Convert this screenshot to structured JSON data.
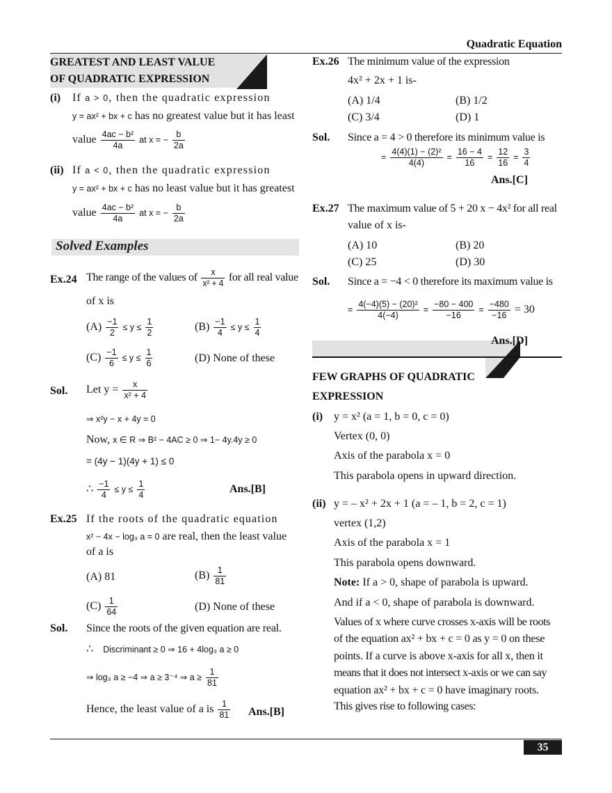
{
  "header": {
    "title": "Quadratic Equation"
  },
  "page_number": "35",
  "left": {
    "section1": {
      "title_line1": "GREATEST AND LEAST VALUE",
      "title_line2": "OF QUADRATIC EXPRESSION",
      "i": {
        "label": "(i)",
        "t1": "If",
        "cond": "a > 0",
        "t2": ", then the quadratic expression",
        "expr": "y = ax² + bx + c",
        "t3": "has no greatest value but it has least",
        "value_word": "value",
        "num": "4ac − b²",
        "den": "4a",
        "at": "at  x = −",
        "num2": "b",
        "den2": "2a"
      },
      "ii": {
        "label": "(ii)",
        "t1": "If",
        "cond": "a < 0",
        "t2": ", then the quadratic expression",
        "expr": "y = ax² + bx + c",
        "t3": "has no least value but it has greatest",
        "value_word": "value",
        "num": "4ac − b²",
        "den": "4a",
        "at": "at  x = −",
        "num2": "b",
        "den2": "2a"
      }
    },
    "solved_title": "Solved Examples",
    "ex24": {
      "label": "Ex.24",
      "t1": "The range of the values of",
      "num": "x",
      "den": "x² + 4",
      "t2": "for all real value",
      "t3": "of x is",
      "optA_label": "(A)",
      "optA_n1": "−1",
      "optA_d1": "2",
      "optA_mid": "≤ y ≤",
      "optA_n2": "1",
      "optA_d2": "2",
      "optB_label": "(B)",
      "optB_n1": "−1",
      "optB_d1": "4",
      "optB_mid": "≤ y ≤",
      "optB_n2": "1",
      "optB_d2": "4",
      "optC_label": "(C)",
      "optC_n1": "−1",
      "optC_d1": "6",
      "optC_mid": "≤ y ≤",
      "optC_n2": "1",
      "optC_d2": "6",
      "optD": "(D) None of these",
      "sol_label": "Sol.",
      "s1": "Let  y =",
      "s1_num": "x",
      "s1_den": "x² + 4",
      "s2": "⇒ x²y − x + 4y = 0",
      "s3a": "Now,",
      "s3b": "x ∈ R ⇒ B² − 4AC ≥ 0 ⇒ 1− 4y.4y ≥ 0",
      "s4": "= (4y − 1)(4y + 1) ≤ 0",
      "s5a": "∴",
      "s5_n1": "−1",
      "s5_d1": "4",
      "s5_mid": "≤ y ≤",
      "s5_n2": "1",
      "s5_d2": "4",
      "ans": "Ans.[B]"
    },
    "ex25": {
      "label": "Ex.25",
      "t1": "If the roots of the quadratic equation",
      "eq": "x² − 4x − log₃ a = 0",
      "t2": "are real, then the least value",
      "t3": "of a is",
      "optA": "(A) 81",
      "optB_label": "(B)",
      "optB_n": "1",
      "optB_d": "81",
      "optC_label": "(C)",
      "optC_n": "1",
      "optC_d": "64",
      "optD": "(D) None of these",
      "sol_label": "Sol.",
      "s1": "Since the roots of the given equation are real.",
      "s2a": "∴",
      "s2b": "Discriminant  ≥  0 ⇒ 16 + 4log₃ a ≥ 0",
      "s3": "⇒ log₃ a ≥ −4 ⇒ a ≥ 3⁻⁴ ⇒ a ≥",
      "s3_n": "1",
      "s3_d": "81",
      "s4": "Hence, the least value of a is",
      "s4_n": "1",
      "s4_d": "81",
      "ans": "Ans.[B]"
    }
  },
  "right": {
    "ex26": {
      "label": "Ex.26",
      "t1": "The minimum value of the expression",
      "t2": "4x² + 2x + 1 is-",
      "optA": "(A) 1/4",
      "optB": "(B) 1/2",
      "optC": "(C) 3/4",
      "optD": "(D) 1",
      "sol_label": "Sol.",
      "s1": "Since a = 4 > 0 therefore its minimum value is",
      "eq_prefix": "=",
      "f1_n": "4(4)(1) − (2)²",
      "f1_d": "4(4)",
      "f2_n": "16 − 4",
      "f2_d": "16",
      "f3_n": "12",
      "f3_d": "16",
      "f4_n": "3",
      "f4_d": "4",
      "ans": "Ans.[C]"
    },
    "ex27": {
      "label": "Ex.27",
      "t1": "The maximum value of 5 + 20 x − 4x² for all real",
      "t2": "value of x is-",
      "optA": "(A) 10",
      "optB": "(B) 20",
      "optC": "(C) 25",
      "optD": "(D) 30",
      "sol_label": "Sol.",
      "s1": "Since a = −4 < 0 therefore its maximum value is",
      "eq_prefix": "=",
      "f1_n": "4(−4)(5) − (20)²",
      "f1_d": "4(−4)",
      "f2_n": "−80 − 400",
      "f2_d": "−16",
      "f3_n": "−480",
      "f3_d": "−16",
      "result": "= 30",
      "ans": "Ans.[D]"
    },
    "section2": {
      "title_line1": "FEW GRAPHS OF QUADRATIC",
      "title_line2": "EXPRESSION",
      "i_label": "(i)",
      "i1": "y = x² (a = 1, b = 0, c = 0)",
      "i2": "Vertex (0, 0)",
      "i3": "Axis of the parabola x = 0",
      "i4": "This parabola opens in upward direction.",
      "ii_label": "(ii)",
      "ii1": "y = – x² + 2x + 1 (a = – 1, b = 2, c = 1)",
      "ii2": "vertex (1,2)",
      "ii3": "Axis of the parabola x = 1",
      "ii4": "This parabola opens downward.",
      "note_label": "Note:",
      "note1": "If a > 0, shape of parabola is upward.",
      "note2": "And if a < 0, shape of parabola is downward.",
      "p1": "Values of x where curve crosses x-axis will be roots",
      "p2": "of the equation ax² + bx + c = 0 as y = 0 on these",
      "p3": "points. If a curve is above x-axis for all x, then it",
      "p4": "means that it does not intersect x-axis or we can say",
      "p5": "equation ax² + bx + c = 0 have imaginary roots.",
      "p6": "This gives rise to following cases:"
    }
  }
}
